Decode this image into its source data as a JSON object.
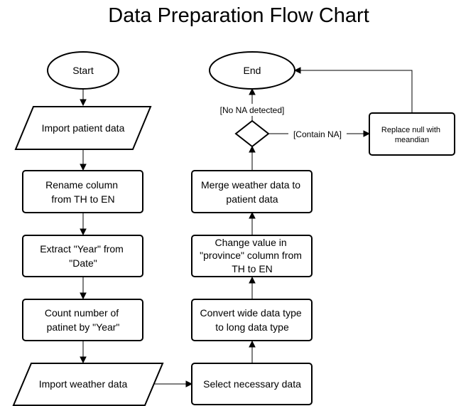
{
  "title": "Data Preparation Flow Chart",
  "nodes": {
    "start": "Start",
    "import_patient": "Import patient data",
    "rename": [
      "Rename column",
      "from TH to EN"
    ],
    "extract_year": [
      "Extract \"Year\" from",
      "\"Date\""
    ],
    "count": [
      "Count number of",
      "patinet by \"Year\""
    ],
    "import_weather": "Import weather data",
    "select": "Select necessary data",
    "convert": [
      "Convert wide data type",
      "to long data type"
    ],
    "change_value": [
      "Change value in",
      "\"province\"  column from",
      "TH to EN"
    ],
    "merge": [
      "Merge weather data to",
      "patient data"
    ],
    "end": "End",
    "replace": [
      "Replace null with",
      "meandian"
    ]
  },
  "edge_labels": {
    "no_na": "[No NA detected]",
    "contain_na": "[Contain NA]"
  }
}
